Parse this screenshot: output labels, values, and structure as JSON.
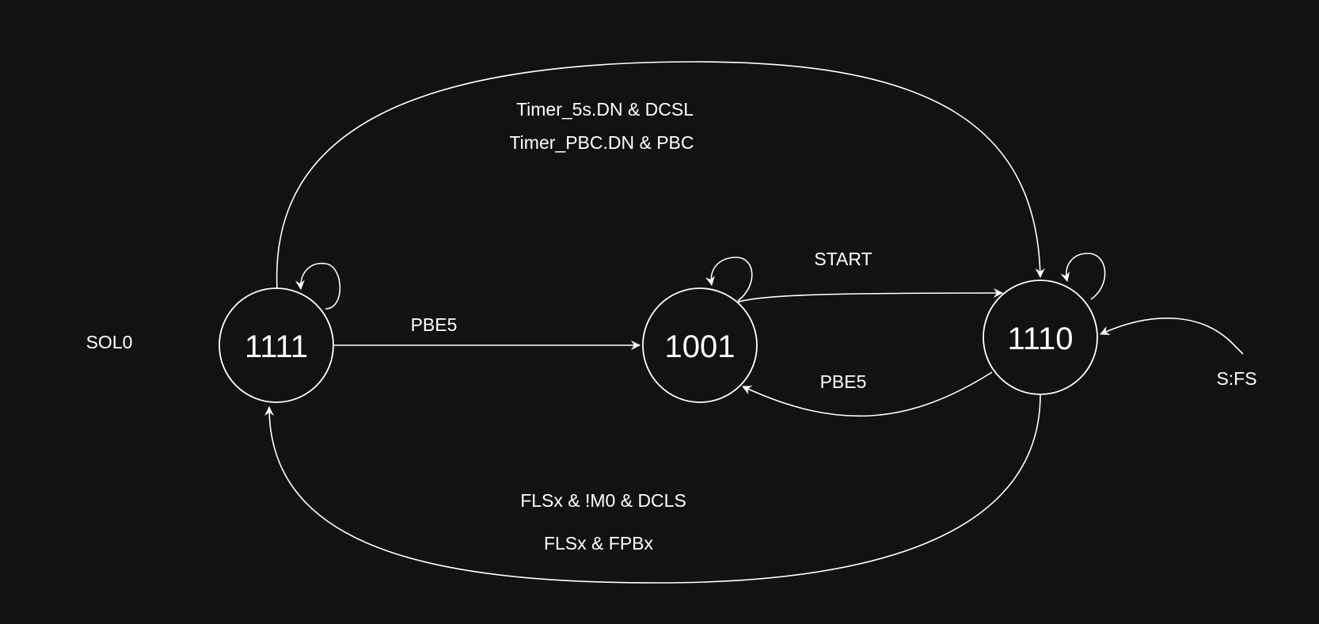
{
  "colors": {
    "background": "#121212",
    "stroke": "#ffffff",
    "text": "#ffffff"
  },
  "states": {
    "s1111": "1111",
    "s1001": "1001",
    "s1110": "1110"
  },
  "labels": {
    "sol0": "SOL0",
    "sfs": "S:FS",
    "top_line1": "Timer_5s.DN & DCSL",
    "top_line2": "Timer_PBC.DN & PBC",
    "start": "START",
    "pbe5_right": "PBE5",
    "pbe5_left": "PBE5",
    "bottom_line1": "FLSx & !M0 & DCLS",
    "bottom_line2": "FLSx & FPBx"
  }
}
